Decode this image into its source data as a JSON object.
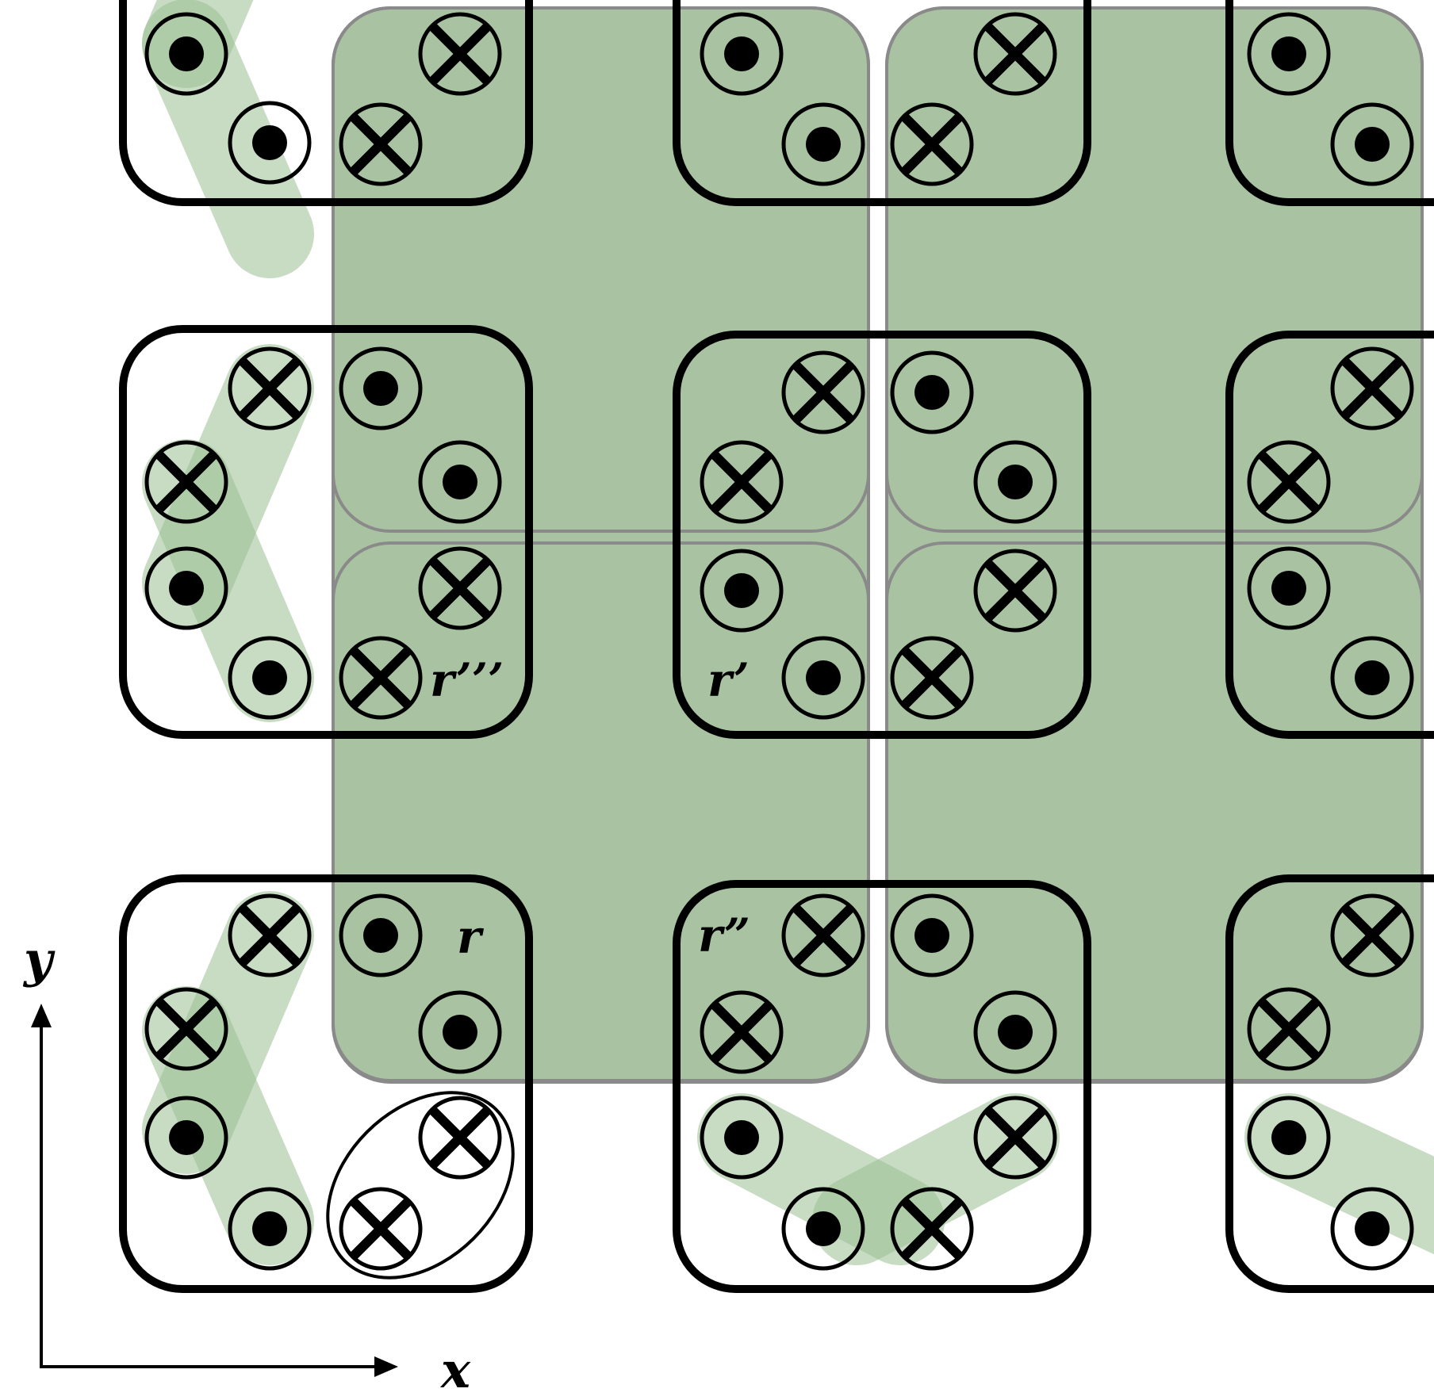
{
  "labels": {
    "r": "r",
    "r_prime": "r’",
    "r_double_prime": "r”",
    "r_triple_prime": "r’’’",
    "x_axis": "x",
    "y_axis": "y"
  },
  "colors": {
    "plaquette_fill": "#a9c3a2",
    "plaquette_stroke": "#8a8a8a",
    "bond_fill": "#9bbf94",
    "line": "#000000",
    "background": "#ffffff"
  },
  "symbols": {
    "dot": "site-dot-symbol (out of plane)",
    "cross": "site-cross-symbol (into plane)"
  }
}
